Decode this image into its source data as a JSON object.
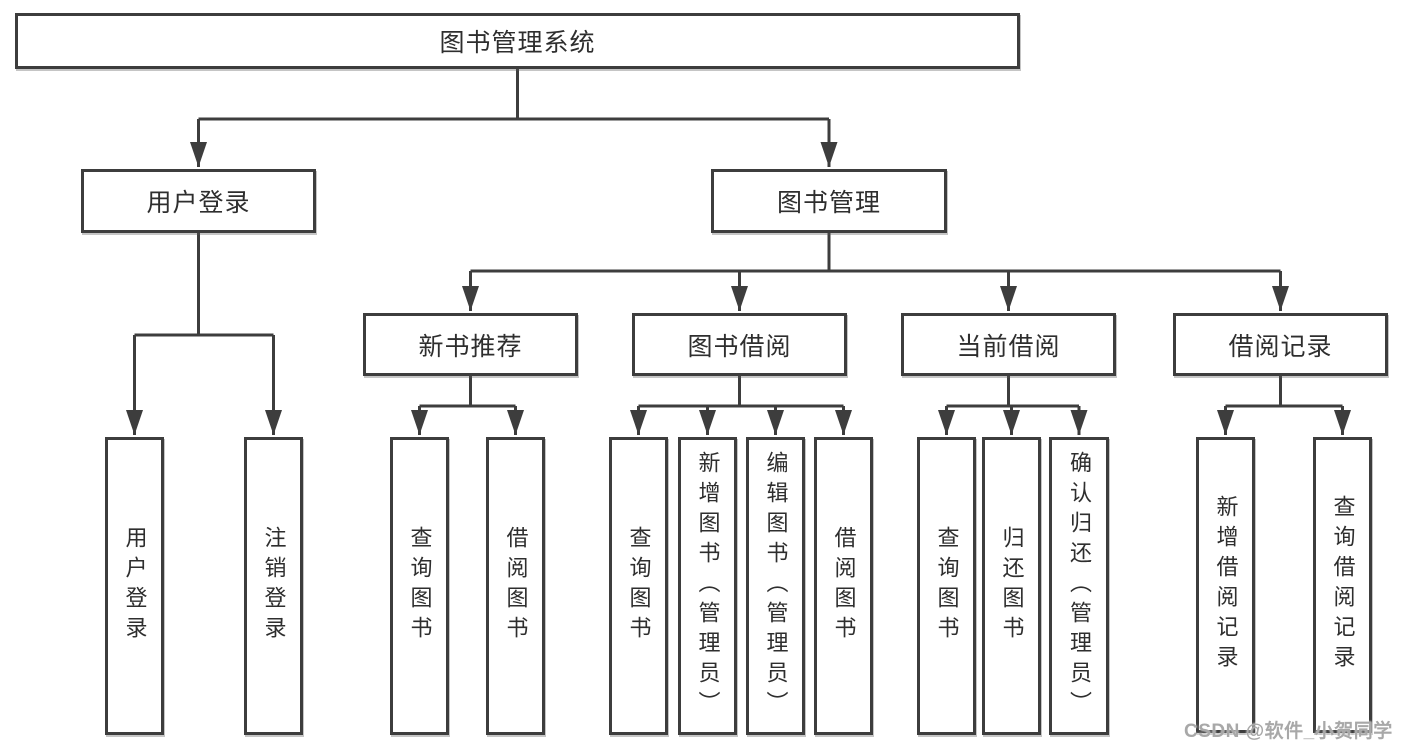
{
  "tree": {
    "root": {
      "label": "图书管理系统"
    },
    "branches": [
      {
        "label": "用户登录",
        "children": [
          {
            "label": "用户登录"
          },
          {
            "label": "注销登录"
          }
        ]
      },
      {
        "label": "图书管理",
        "children": [
          {
            "label": "新书推荐",
            "children": [
              {
                "label": "查询图书"
              },
              {
                "label": "借阅图书"
              }
            ]
          },
          {
            "label": "图书借阅",
            "children": [
              {
                "label": "查询图书"
              },
              {
                "label": "新增图书（管理员）"
              },
              {
                "label": "编辑图书（管理员）"
              },
              {
                "label": "借阅图书"
              }
            ]
          },
          {
            "label": "当前借阅",
            "children": [
              {
                "label": "查询图书"
              },
              {
                "label": "归还图书"
              },
              {
                "label": "确认归还（管理员）"
              }
            ]
          },
          {
            "label": "借阅记录",
            "children": [
              {
                "label": "新增借阅记录"
              },
              {
                "label": "查询借阅记录"
              }
            ]
          }
        ]
      }
    ]
  },
  "watermark": {
    "text": "CSDN @软件_小贺同学"
  },
  "colors": {
    "line": "#3d3d3d",
    "box_border": "#3d3d3d",
    "box_fill": "#ffffff",
    "text": "#2e2e2e",
    "watermark": "#a8a8a8",
    "background": "#ffffff"
  }
}
